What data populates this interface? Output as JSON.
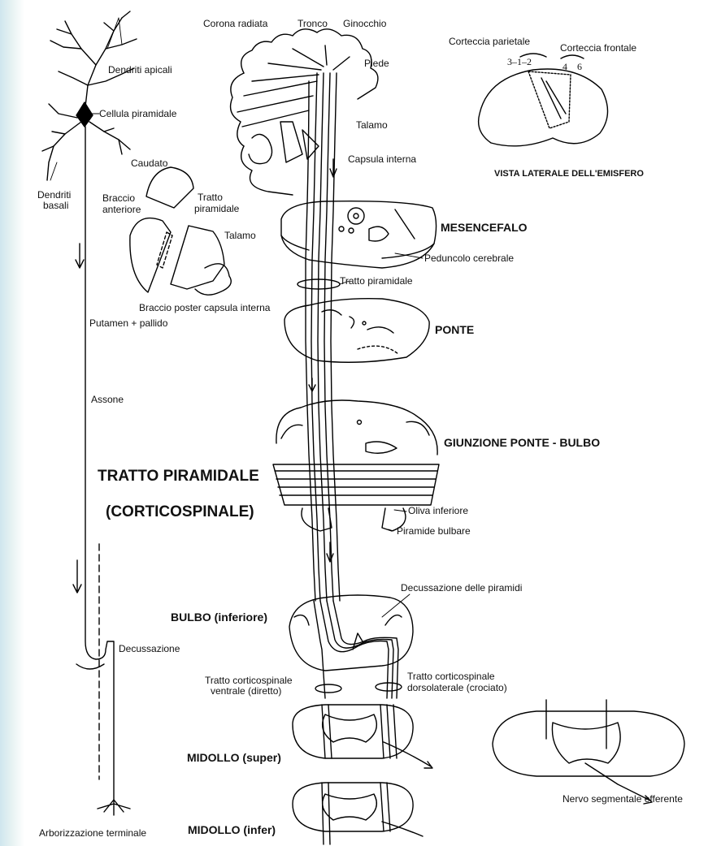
{
  "neuron": {
    "dendriti_apicali": "Dendriti apicali",
    "cellula_piramidale": "Cellula piramidale",
    "dendriti_basali_1": "Dendriti",
    "dendriti_basali_2": "basali",
    "assone": "Assone",
    "decussazione": "Decussazione",
    "arborizzazione": "Arborizzazione terminale"
  },
  "capsule": {
    "caudato": "Caudato",
    "braccio_anteriore_1": "Braccio",
    "braccio_anteriore_2": "anteriore",
    "tratto_piramidale_1": "Tratto",
    "tratto_piramidale_2": "piramidale",
    "talamo": "Talamo",
    "braccio_poster": "Braccio poster capsula interna",
    "putamen": "Putamen + pallido"
  },
  "brain_top": {
    "corona_radiata": "Corona radiata",
    "tronco": "Tronco",
    "ginocchio": "Ginocchio",
    "piede": "Piede",
    "talamo": "Talamo",
    "capsula_interna": "Capsula interna"
  },
  "hemisphere": {
    "corteccia_parietale": "Corteccia parietale",
    "corteccia_frontale": "Corteccia frontale",
    "areas_parietal": "3–1–2",
    "area_4": "4",
    "area_6": "6",
    "caption": "VISTA LATERALE DELL'EMISFERO"
  },
  "levels": {
    "mesencefalo": "MESENCEFALO",
    "peduncolo": "Peduncolo cerebrale",
    "tratto_piramidale": "Tratto piramidale",
    "ponte": "PONTE",
    "giunzione": "GIUNZIONE PONTE - BULBO",
    "oliva": "Oliva inferiore",
    "piramide_bulbare": "Piramide bulbare",
    "decussazione_piramidi": "Decussazione delle piramidi",
    "bulbo": "BULBO (inferiore)",
    "tratto_ventrale_1": "Tratto corticospinale",
    "tratto_ventrale_2": "ventrale (diretto)",
    "tratto_dorso_1": "Tratto corticospinale",
    "tratto_dorso_2": "dorsolaterale (crociato)",
    "midollo_super": "MIDOLLO (super)",
    "midollo_infer": "MIDOLLO (infer)",
    "nervo": "Nervo segmentale efferente"
  },
  "main_title": {
    "line1": "TRATTO PIRAMIDALE",
    "line2": "(CORTICOSPINALE)"
  }
}
